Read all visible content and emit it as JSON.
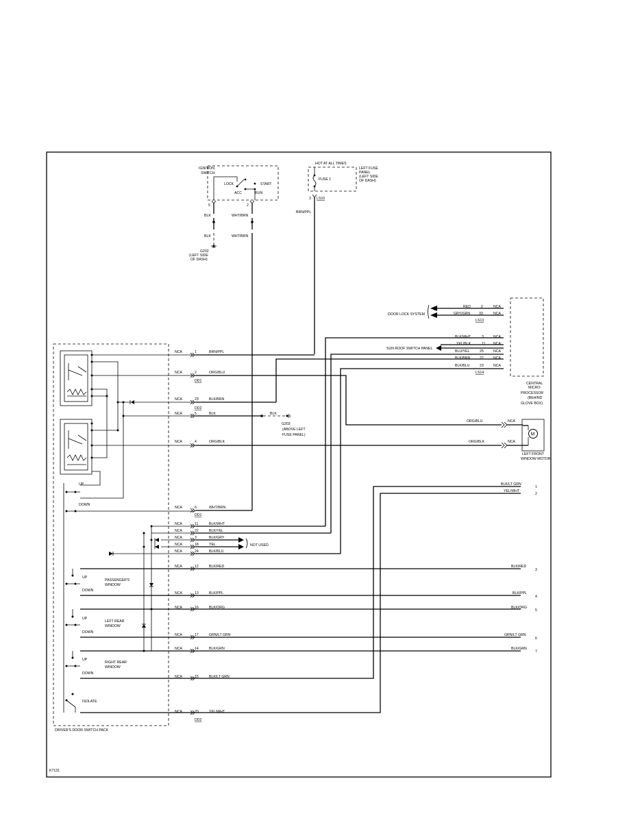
{
  "components": {
    "ignition_switch": {
      "label_line1": "IGNITION",
      "label_line2": "SWITCH",
      "lock": "LOCK",
      "acc": "ACC",
      "start": "START",
      "run": "RUN",
      "pin_left": "5",
      "pin_right": "2"
    },
    "fuse_panel": {
      "hot_label": "HOT AT ALL TIMES",
      "fuse": "FUSE 1",
      "panel_l1": "LEFT FUSE",
      "panel_l2": "PANEL",
      "panel_l3": "(LEFT SIDE",
      "panel_l4": "OF DASH)",
      "pin": "3",
      "connector": "LS10"
    },
    "ground_g202": {
      "name": "G202",
      "loc1": "(LEFT SIDE",
      "loc2": "OF DASH)"
    },
    "ground_g203": {
      "name": "G203",
      "loc1": "(ABOVE LEFT",
      "loc2": "FUSE PANEL)"
    },
    "door_lock_system": "DOOR LOCK SYSTEM",
    "sunroof_switch_panel": "SUN ROOF SWITCH PANEL",
    "not_used": "NOT USED",
    "cmp": {
      "l1": "CENTRAL",
      "l2": "MICRO-",
      "l3": "PROCESSOR",
      "l4": "(BEHIND",
      "l5": "GLOVE BOX)"
    },
    "motor": {
      "symbol": "M",
      "l1": "LEFT FRONT",
      "l2": "WINDOW MOTOR"
    },
    "switch_pack": "DRIVER'S DOOR SWITCH PACK",
    "switch_labels": {
      "up": "UP",
      "down": "DOWN",
      "passengers": "PASSENGER'S",
      "left_rear": "LEFT REAR",
      "right_rear": "RIGHT REAR",
      "window": "WINDOW",
      "isolate": "ISOLATE"
    },
    "diagram_id": "K7131"
  },
  "top_wires": {
    "blk": "BLK",
    "wht_brn": "WHT/BRN",
    "brn_ppl": "BRN/PPL"
  },
  "cmp_wires": [
    {
      "color": "RED",
      "pin": "2",
      "nca": "NCA"
    },
    {
      "color": "GRY/GRN",
      "pin": "33",
      "nca": "NCA"
    },
    {
      "connector": "LS13"
    },
    {
      "color": "BLK/WHT",
      "pin": "3",
      "nca": "NCA"
    },
    {
      "color": "YEL/BLK",
      "pin": "11",
      "nca": "NCA"
    },
    {
      "color": "BLU/YEL",
      "pin": "25",
      "nca": "NCA"
    },
    {
      "color": "BLK/BRN",
      "pin": "22",
      "nca": "NCA"
    },
    {
      "color": "BLK/BLU",
      "pin": "23",
      "nca": "NCA"
    },
    {
      "connector": "LS14"
    }
  ],
  "pack_pins": [
    {
      "nca": "NCA",
      "pin": "1",
      "color": "BRN/PPL"
    },
    {
      "nca": "NCA",
      "pin": "2",
      "color": "ORG/BLU"
    },
    {
      "nca": "NCA",
      "pin": "23",
      "color": "BLK/BRN"
    },
    {
      "nca": "NCA",
      "pin": "5",
      "color": "BLK"
    },
    {
      "nca": "NCA",
      "pin": "4",
      "color": "ORG/BLK"
    },
    {
      "nca": "NCA",
      "pin": "6",
      "color": "WHT/BRN"
    },
    {
      "nca": "NCA",
      "pin": "11",
      "color": "BLK/WHT"
    },
    {
      "nca": "NCA",
      "pin": "22",
      "color": "BLK/YEL"
    },
    {
      "nca": "NCA",
      "pin": "3",
      "color": "BLK/GRY"
    },
    {
      "nca": "NCA",
      "pin": "18",
      "color": "YEL"
    },
    {
      "nca": "NCA",
      "pin": "24",
      "color": "BLK/BLU"
    },
    {
      "nca": "NCA",
      "pin": "12",
      "color": "BLK/RED"
    },
    {
      "nca": "NCA",
      "pin": "13",
      "color": "BLK/PPL"
    },
    {
      "nca": "NCA",
      "pin": "16",
      "color": "BLK/ORG"
    },
    {
      "nca": "NCA",
      "pin": "17",
      "color": "GRN/LT GRN"
    },
    {
      "nca": "NCA",
      "pin": "14",
      "color": "BLK/GRN"
    },
    {
      "nca": "NCA",
      "pin": "15",
      "color": "BLK/LT GRN"
    },
    {
      "nca": "NCA",
      "pin": "20",
      "color": "YEL/WHT"
    }
  ],
  "pack_connectors": {
    "dd1": "DD1",
    "dd2": "DD2"
  },
  "right_wires": [
    {
      "color": "BLK/LT GRN",
      "pin": "1"
    },
    {
      "color": "YEL/WHT",
      "pin": "2"
    },
    {
      "color": "BLK/RED",
      "pin": "3"
    },
    {
      "color": "BLK/PPL",
      "pin": "4"
    },
    {
      "color": "BLK/ORG",
      "pin": "5"
    },
    {
      "color": "GRN/LT GRN",
      "pin": "6"
    },
    {
      "color": "BLK/GRN",
      "pin": "7"
    }
  ],
  "motor_wires": [
    {
      "color": "ORG/BLU",
      "nca": "NCA"
    },
    {
      "color": "ORG/BLK",
      "nca": "NCA"
    }
  ]
}
